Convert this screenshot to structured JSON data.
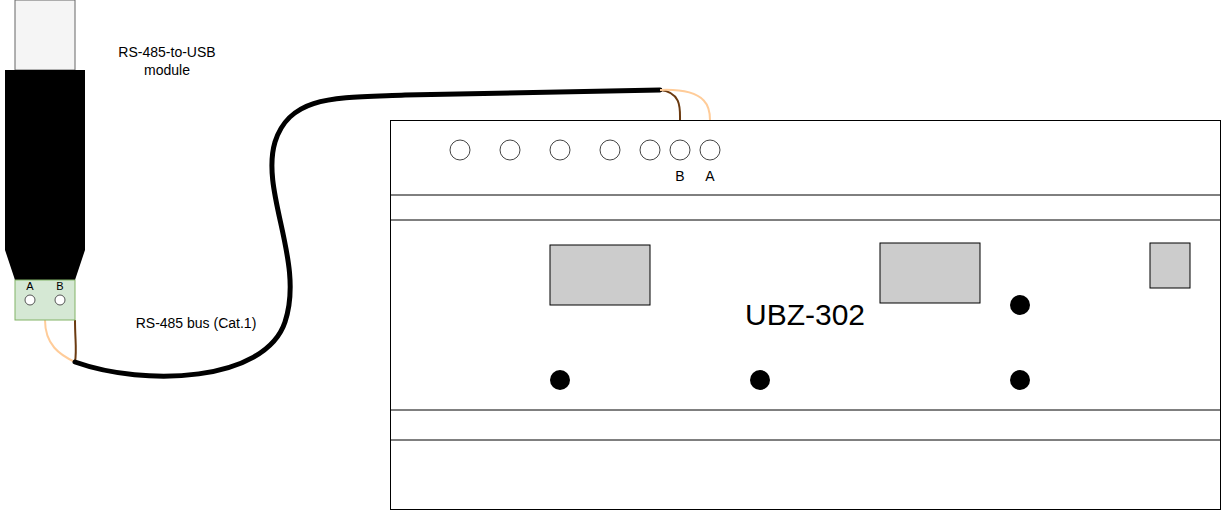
{
  "diagram": {
    "nodes": [
      {
        "text": [
          "RS-485-to-USB module"
        ]
      },
      {
        "text": [
          "UBZ-302"
        ]
      }
    ],
    "edges": [
      {
        "from": 0,
        "to": 1,
        "arrow": "none",
        "label": "RS-485 bus (Cat.1)"
      }
    ],
    "labels": [
      "A",
      "B",
      "B",
      "A"
    ]
  }
}
